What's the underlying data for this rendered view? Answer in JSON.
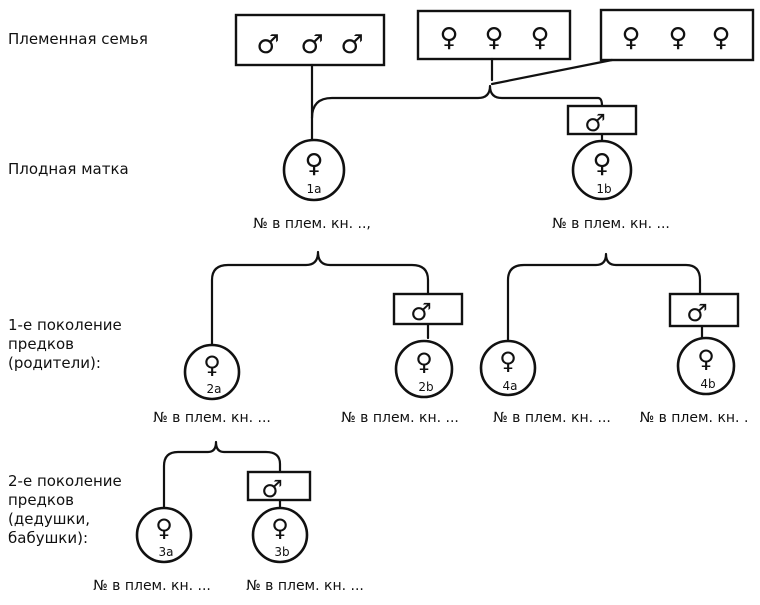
{
  "row_labels": {
    "breeding_family": "Племенная семья",
    "fertile_queen": "Плодная матка",
    "gen1": [
      "1-е поколение",
      "предков",
      "(родители):"
    ],
    "gen2": [
      "2-е поколение",
      "предков",
      "(дедушки,",
      "бабушки):"
    ]
  },
  "symbols": {
    "male": "♂",
    "female": "♀"
  },
  "nodes": {
    "n1a": {
      "id": "1a",
      "reg": "№ в плем. кн. ..,"
    },
    "n1b": {
      "id": "1b",
      "reg": "№ в плем. кн. ..."
    },
    "n2a": {
      "id": "2a",
      "reg": "№ в плем. кн. ..."
    },
    "n2b": {
      "id": "2b",
      "reg": "№ в плем. кн. ..."
    },
    "n4a": {
      "id": "4a",
      "reg": "№ в плем. кн. ..."
    },
    "n4b": {
      "id": "4b",
      "reg": "№ в плем. кн. ."
    },
    "n3a": {
      "id": "3a",
      "reg": "№ в плем. кн. ..."
    },
    "n3b": {
      "id": "3b",
      "reg": "№ в плем. кн. ..."
    }
  }
}
